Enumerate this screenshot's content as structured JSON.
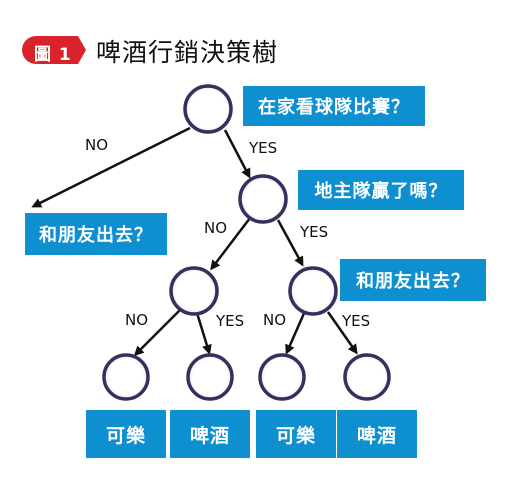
{
  "figure": {
    "badge": "圖 1",
    "title": "啤酒行銷決策樹",
    "badge_color": "#d8232a",
    "box_color": "#0d8fd0",
    "node_ring_color": "#3b2d5e"
  },
  "nodes": [
    {
      "id": "root",
      "question": "在家看球隊比賽？"
    },
    {
      "id": "yes",
      "question": "地主隊贏了嗎？"
    },
    {
      "id": "yes-yes",
      "question": "和朋友出去？"
    }
  ],
  "side_questions": [
    {
      "id": "no",
      "question": "和朋友出去？"
    }
  ],
  "leaves": [
    "可樂",
    "啤酒",
    "可樂",
    "啤酒"
  ],
  "edges": {
    "root_no": "NO",
    "root_yes": "YES",
    "mid_no": "NO",
    "mid_yes": "YES",
    "l3a_no": "NO",
    "l3a_yes": "YES",
    "l3b_no": "NO",
    "l3b_yes": "YES"
  }
}
